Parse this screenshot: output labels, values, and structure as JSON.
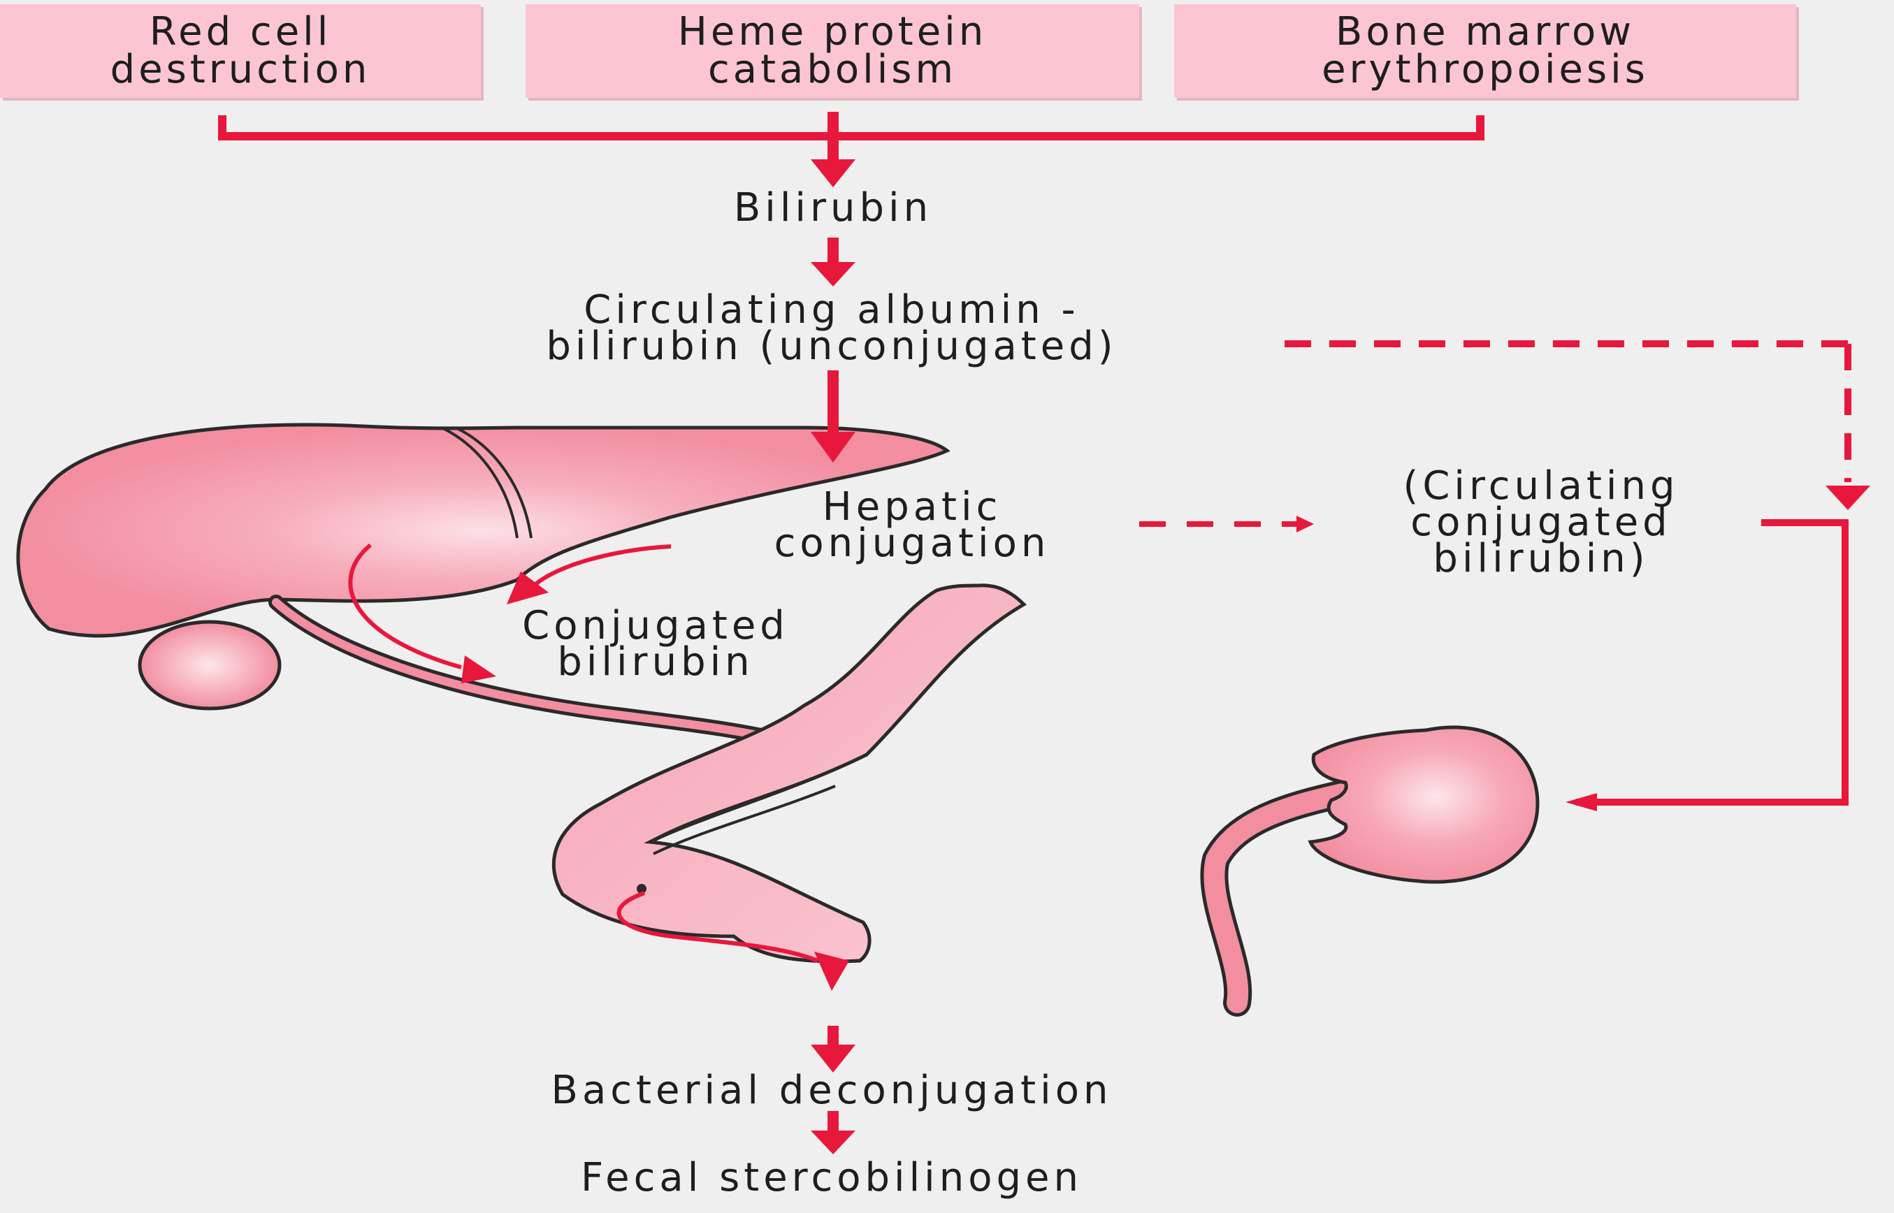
{
  "diagram": {
    "sources": [
      {
        "line1": "Red cell",
        "line2": "destruction"
      },
      {
        "line1": "Heme protein",
        "line2": "catabolism"
      },
      {
        "line1": "Bone marrow",
        "line2": "erythropoiesis"
      }
    ],
    "labels": {
      "bilirubin": "Bilirubin",
      "albumin_line1": "Circulating albumin -",
      "albumin_line2": "bilirubin (unconjugated)",
      "hepatic_line1": "Hepatic",
      "hepatic_line2": "conjugation",
      "conj_line1": "Conjugated",
      "conj_line2": "bilirubin",
      "circ_line1": "(Circulating",
      "circ_line2": "conjugated",
      "circ_line3": "bilirubin)",
      "bacterial": "Bacterial deconjugation",
      "fecal": "Fecal stercobilinogen"
    },
    "colors": {
      "arrow": "#e8173c",
      "box_fill": "#fcc5d2",
      "organ_fill": "#f28ea0",
      "organ_highlight": "#fde0e6",
      "intestine_fill": "#f7b4c3",
      "outline": "#2a2a2a",
      "background": "#efefef"
    },
    "organs": [
      "liver-icon",
      "gallbladder-icon",
      "intestine-icon",
      "kidney-icon",
      "ureter-icon"
    ]
  }
}
